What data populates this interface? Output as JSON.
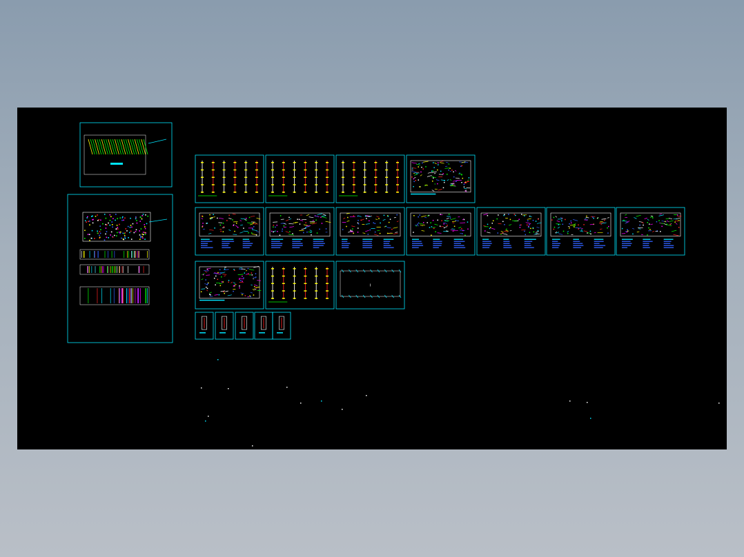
{
  "viewport": {
    "title": "",
    "background": "#000000"
  },
  "colors": {
    "frame": "#00e5ff",
    "line_cyan": "#00e5ff",
    "line_yellow": "#ffff00",
    "line_green": "#00ff00",
    "line_red": "#ff2020",
    "line_magenta": "#ff00ff",
    "line_blue": "#3060ff",
    "line_white": "#ffffff",
    "background_gradient_top": "#8a9cae",
    "background_gradient_bottom": "#b9bfc7"
  },
  "sheets": {
    "left_group": [
      {
        "name": "sheet-site-plan",
        "pattern": "site"
      },
      {
        "name": "sheet-floor-elevations",
        "pattern": "elevation"
      }
    ],
    "row_1": [
      {
        "name": "sheet-r1-1",
        "pattern": "columns"
      },
      {
        "name": "sheet-r1-2",
        "pattern": "columns"
      },
      {
        "name": "sheet-r1-3",
        "pattern": "columns"
      },
      {
        "name": "sheet-r1-4",
        "pattern": "dense"
      }
    ],
    "row_2": [
      {
        "name": "sheet-r2-1",
        "pattern": "plan"
      },
      {
        "name": "sheet-r2-2",
        "pattern": "plan"
      },
      {
        "name": "sheet-r2-3",
        "pattern": "plan"
      },
      {
        "name": "sheet-r2-4",
        "pattern": "plan"
      },
      {
        "name": "sheet-r2-5",
        "pattern": "plan"
      },
      {
        "name": "sheet-r2-6",
        "pattern": "plan"
      },
      {
        "name": "sheet-r2-7",
        "pattern": "plan"
      }
    ],
    "row_3": [
      {
        "name": "sheet-r3-1",
        "pattern": "dense"
      },
      {
        "name": "sheet-r3-2",
        "pattern": "columns"
      },
      {
        "name": "sheet-r3-3",
        "pattern": "sparse"
      }
    ],
    "row_4": [
      {
        "name": "sheet-r4-1",
        "pattern": "detail"
      },
      {
        "name": "sheet-r4-2",
        "pattern": "detail"
      },
      {
        "name": "sheet-r4-3",
        "pattern": "detail"
      },
      {
        "name": "sheet-r4-4",
        "pattern": "detail"
      },
      {
        "name": "sheet-r4-5",
        "pattern": "detail"
      }
    ]
  }
}
